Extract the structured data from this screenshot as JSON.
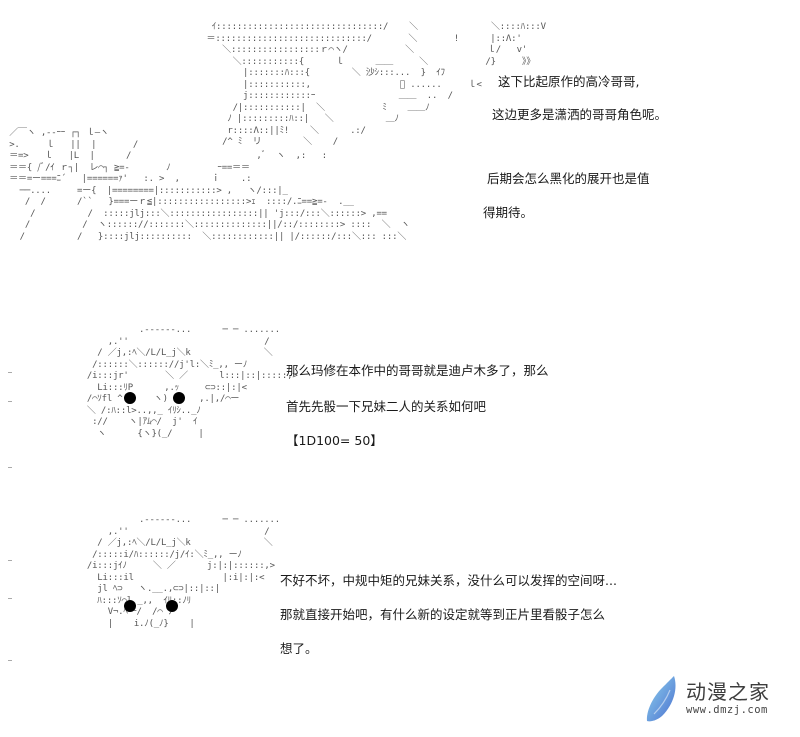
{
  "panel1": {
    "caption_lines": [
      "这下比起原作的高冷哥哥,",
      "这边更多是潇洒的哥哥角色呢。",
      "后期会怎么黑化的展开也是值",
      "得期待。"
    ]
  },
  "panel2": {
    "caption_lines": [
      "那么玛修在本作中的哥哥就是迪卢木多了，那么",
      "首先先骰一下兄妹二人的关系如何吧",
      "【1D100= 50】"
    ],
    "dice_roll": "1D100= 50"
  },
  "panel3": {
    "caption_lines": [
      "不好不坏，中规中矩的兄妹关系，没什么可以发挥的空间呀...",
      "那就直接开始吧，有什么新的设定就等到正片里看骰子怎么",
      "想了。"
    ]
  },
  "watermark": {
    "title": "动漫之家",
    "url": "www.dmzj.com",
    "colors": {
      "wing_light": "#7ec8e8",
      "wing_dark": "#4a7fd0",
      "text": "#3d3d3d"
    }
  }
}
